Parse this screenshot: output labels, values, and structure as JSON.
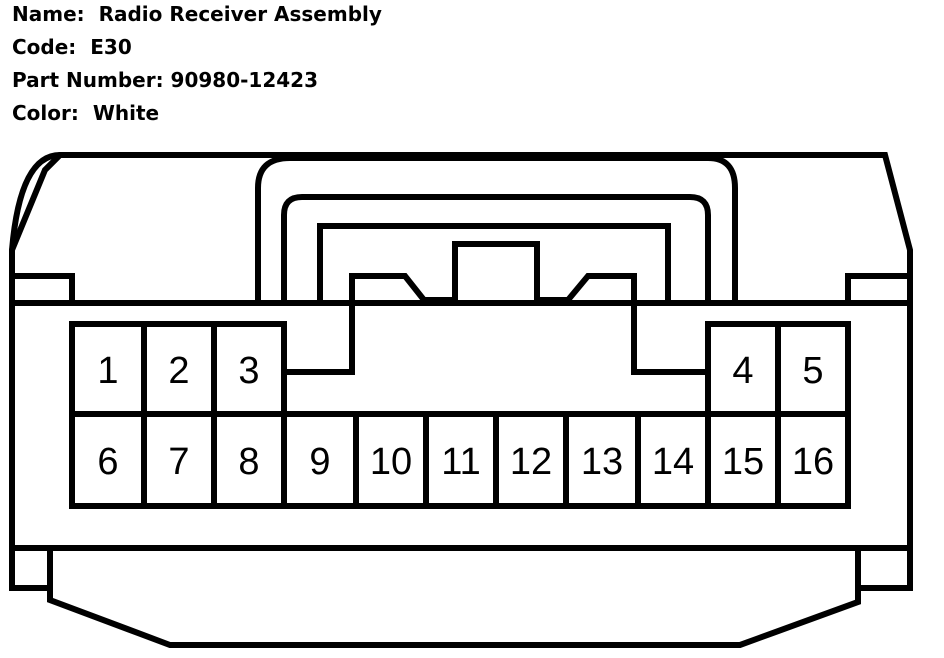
{
  "info": {
    "name_label": "Name:",
    "name_value": "Radio Receiver Assembly",
    "code_label": "Code:",
    "code_value": "E30",
    "part_label": "Part Number:",
    "part_value": "90980-12423",
    "color_label": "Color:",
    "color_value": "White"
  },
  "connector": {
    "top_row_pins": [
      "1",
      "2",
      "3",
      "4",
      "5"
    ],
    "bottom_row_pins": [
      "6",
      "7",
      "8",
      "9",
      "10",
      "11",
      "12",
      "13",
      "14",
      "15",
      "16"
    ]
  }
}
